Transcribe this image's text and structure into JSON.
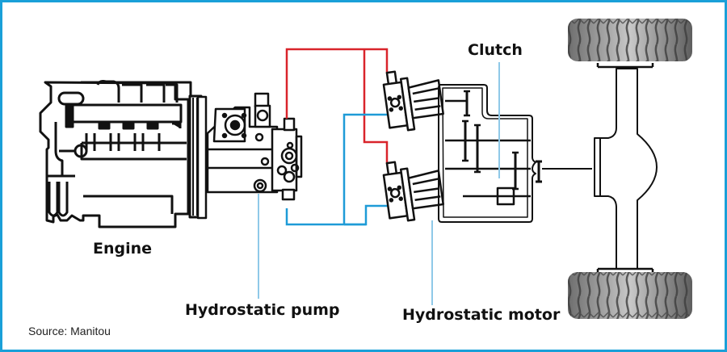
{
  "diagram": {
    "title": "Hydrostatic transmission with clutch",
    "labels": {
      "engine": "Engine",
      "hydrostatic_pump": "Hydrostatic pump",
      "hydrostatic_motor": "Hydrostatic motor",
      "clutch": "Clutch"
    },
    "source": "Source: Manitou",
    "colors": {
      "frame_border": "#1aa0d8",
      "high_pressure_line": "#d9242b",
      "low_pressure_line": "#1e9bd7",
      "leader_line": "#8fc9e8",
      "outline": "#111111",
      "tyre": "#8a8a8a"
    },
    "components": [
      "engine",
      "hydrostatic-pump",
      "hydrostatic-motor-upper",
      "hydrostatic-motor-lower",
      "gearbox",
      "clutch",
      "axle",
      "wheel-upper",
      "wheel-lower"
    ]
  }
}
